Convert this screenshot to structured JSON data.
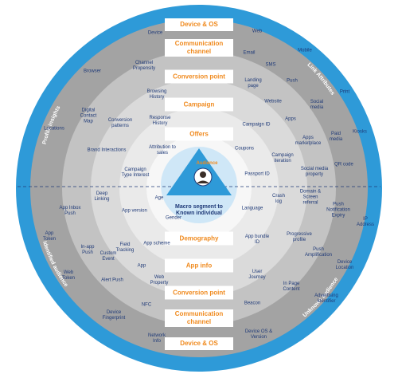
{
  "ring_titles": {
    "top_left": "Profile insights",
    "top_right": "Link Attributes",
    "bottom_left": "Identified audience",
    "bottom_right": "Unknown audience"
  },
  "center": {
    "top_label": "Audience",
    "bottom_label": "Macro segment to\nKnown individual"
  },
  "categories": [
    "Device & OS",
    "Communication\nchannel",
    "Conversion point",
    "Campaign",
    "Offers",
    "Demography",
    "App info",
    "Conversion point",
    "Communication\nchannel",
    "Device & OS"
  ],
  "items": [
    "Device",
    "Web",
    "Email",
    "Mobile",
    "SMS",
    "Channel\nPropensity",
    "Browser",
    "Landing\npage",
    "Push",
    "Print",
    "Browsing\nHistory",
    "Website",
    "Social\nmedia",
    "Digital\nContact\nMap",
    "Conversion\npatterns",
    "Response\nHistory",
    "Apps",
    "Locations",
    "Campaign ID",
    "Paid\nmedia",
    "Kiosks",
    "Apps\nmarketplace",
    "Brand Interactions",
    "Attribution to\nsales",
    "Coupons",
    "Campaign\niteration",
    "QR code",
    "Campaign\nType Interest",
    "Passport ID",
    "Social media\nproperty",
    "Deep\nLinking",
    "Age",
    "Crash\nlog",
    "Domain &\nScreen\nreferral",
    "App Inbox\nPush",
    "App version",
    "Language",
    "Push\nNotification\nExpiry",
    "Gender",
    "IP\nAddress",
    "App\nToken",
    "App scheme",
    "App bundle\nID",
    "Progressive\nprofile",
    "In-app\nPush",
    "Custom\nEvent",
    "Field\nTracking",
    "Push\nAmplification",
    "Device\nLocation",
    "App",
    "Web\nToken",
    "Alert Push",
    "Web\nProperty",
    "User\nJourney",
    "In Page\nContent",
    "Advertising\nIdentifier",
    "NFC",
    "Beacon",
    "Device\nFingerprint",
    "Network\nInfo",
    "Device OS &\nVersion"
  ],
  "colors": {
    "outer_ring": "#2e9ad8",
    "ring2": "#a3a3a3",
    "ring3": "#c3c3c3",
    "ring4": "#dadada",
    "ring5": "#eaeaea",
    "inner": "#f7f7f7",
    "center_glow": "#cfe7f7",
    "triangle": "#2e9ad8",
    "accent": "#f08a1e",
    "label_text": "#1f3a78"
  }
}
